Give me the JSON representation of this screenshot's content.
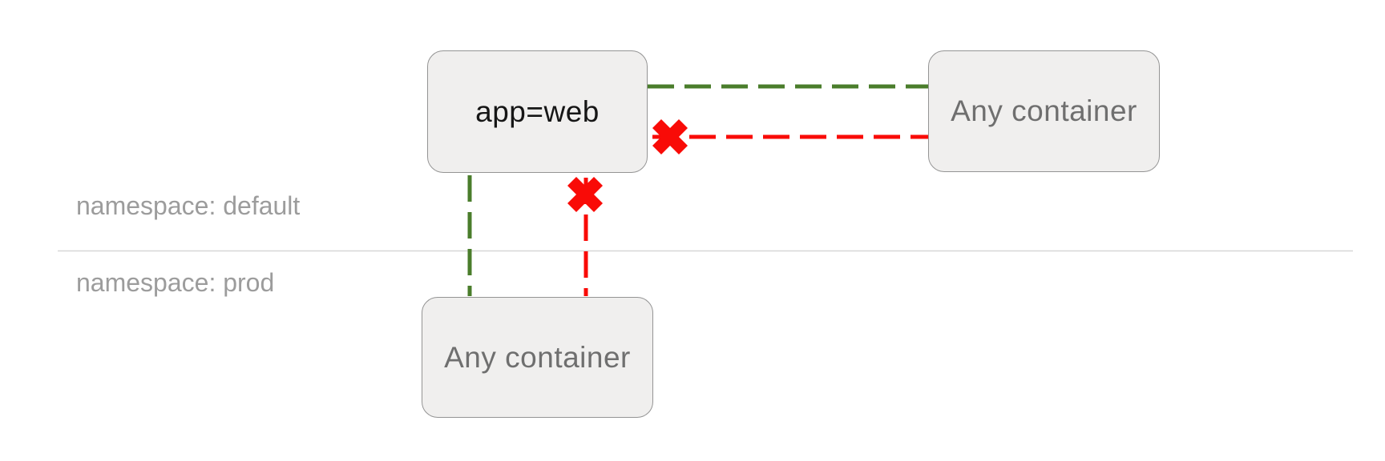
{
  "diagram": {
    "title_hint": "network-policy-diagram",
    "namespace_labels": {
      "default": "namespace: default",
      "prod": "namespace: prod"
    },
    "nodes": {
      "app_web": {
        "label": "app=web"
      },
      "any_container_default": {
        "label": "Any container"
      },
      "any_container_prod": {
        "label": "Any container"
      }
    },
    "edges": [
      {
        "from": "any_container_default",
        "to": "app_web",
        "status": "allowed",
        "style": "dashed-green"
      },
      {
        "from": "any_container_default",
        "to": "app_web",
        "status": "blocked",
        "style": "dashed-red-cross"
      },
      {
        "from": "any_container_prod",
        "to": "app_web",
        "status": "allowed",
        "style": "dashed-green"
      },
      {
        "from": "any_container_prod",
        "to": "app_web",
        "status": "blocked",
        "style": "dashed-red-cross"
      }
    ],
    "icons": {
      "blocked_cross": "cross-mark-icon"
    },
    "colors": {
      "allowed": "#4a7d2b",
      "blocked": "#f90b07",
      "node_fill": "#f0efee",
      "node_border": "#949494",
      "node_text_dark": "#161616",
      "node_text_gray": "#6f6f6f",
      "namespace_label": "#9c9c9c",
      "divider": "#d7d7d7",
      "background": "#ffffff"
    }
  }
}
